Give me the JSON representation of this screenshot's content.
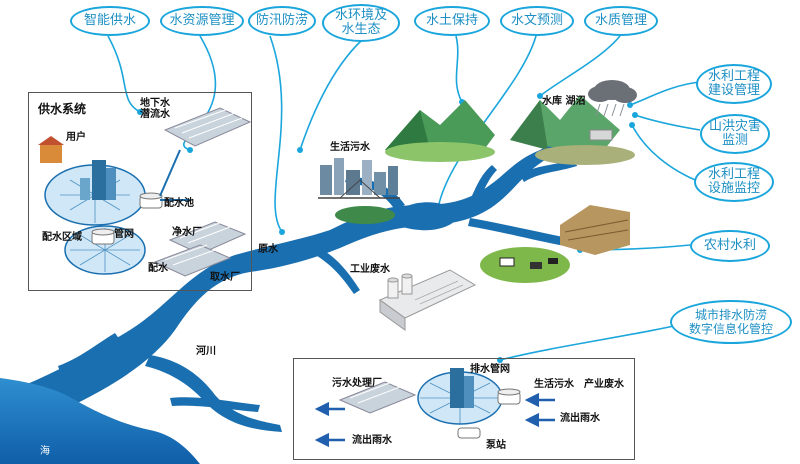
{
  "bubbles": {
    "smart_water_supply": "智能供水",
    "water_resources": "水资源管理",
    "flood_control": "防汛防涝",
    "water_environment": "水环境及\n水生态",
    "soil_conservation": "水土保持",
    "hydrological_forecast": "水文预测",
    "water_quality": "水质管理",
    "hydraulic_construction": "水利工程\n建设管理",
    "mountain_flood": "山洪灾害\n监测",
    "facility_monitoring": "水利工程\n设施监控",
    "rural_water": "农村水利",
    "urban_drainage": "城市排水防涝\n数字信息化管控"
  },
  "supply_box": {
    "title": "供水系统",
    "user": "用户",
    "groundwater": "地下水\n潜流水",
    "distribution_tank": "配水池",
    "distribution_area": "配水区域",
    "pipe_network": "管网",
    "purification_plant": "净水厂",
    "water_distribution": "配水",
    "water_intake": "取水厂"
  },
  "map_labels": {
    "raw_water": "原水",
    "domestic_sewage": "生活污水",
    "reservoir_lake": "水库 湖沼",
    "industrial_wastewater": "工业废水",
    "river": "河川",
    "sea": "海"
  },
  "drainage_box": {
    "sewage_plant": "污水处理厂",
    "drainage_network": "排水管网",
    "domestic_sewage": "生活污水",
    "industrial_wastewater": "产业废水",
    "rain_out_left": "流出雨水",
    "rain_out_right": "流出雨水",
    "pump_station": "泵站"
  },
  "colors": {
    "bubble_border": "#1aa6dc",
    "bubble_text": "#1d8fc4",
    "river": "#1a6fb0",
    "arrow": "#1f5fae"
  }
}
